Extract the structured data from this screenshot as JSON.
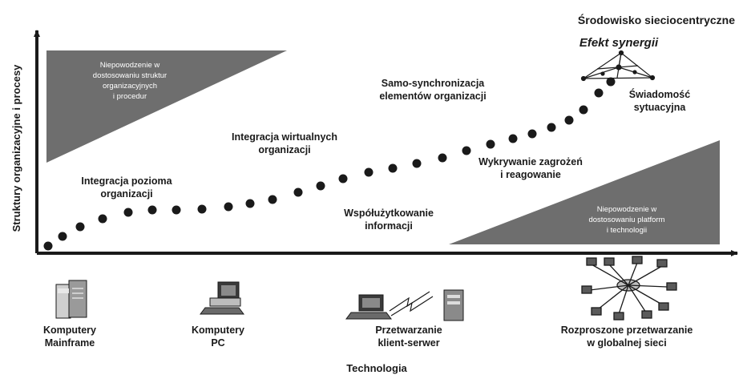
{
  "header": {
    "environment": "Środowisko sieciocentryczne",
    "synergy": "Efekt synergii"
  },
  "axes": {
    "y_label": "Struktury organizacyjne i procesy",
    "x_label": "Technologia"
  },
  "failure_org": [
    "Niepowodzenie w",
    "dostosowaniu struktur",
    "organizacyjnych",
    "i procedur"
  ],
  "failure_tech": [
    "Niepowodzenie w",
    "dostosowaniu platform",
    "i technologii"
  ],
  "stages": {
    "horizontal": [
      "Integracja pozioma",
      "organizacji"
    ],
    "virtual": [
      "Integracja wirtualnych",
      "organizacji"
    ],
    "selfsync": [
      "Samo-synchronizacja",
      "elementów organizacji"
    ],
    "awareness": [
      "Świadomość",
      "sytuacyjna"
    ],
    "threat": [
      "Wykrywanie zagrożeń",
      "i reagowanie"
    ],
    "sharing": [
      "Współużytkowanie",
      "informacji"
    ]
  },
  "technologies": {
    "mainframe": [
      "Komputery",
      "Mainframe"
    ],
    "pc": [
      "Komputery",
      "PC"
    ],
    "clientserver": [
      "Przetwarzanie",
      "klient-serwer"
    ],
    "distributed": [
      "Rozproszone przetwarzanie",
      "w globalnej sieci"
    ]
  },
  "icons": {
    "mainframe": "mainframe-computer-icon",
    "pc": "personal-computer-icon",
    "clientserver": "client-server-icon",
    "distributed": "global-network-icon",
    "synergy": "synergy-network-icon"
  },
  "colors": {
    "triangle_fill": "#6e6e6e",
    "dots": "#1a1a1a",
    "axis": "#1a1a1a"
  }
}
